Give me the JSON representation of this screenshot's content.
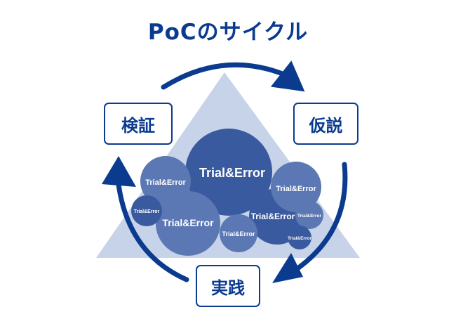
{
  "title": "PoCのサイクル",
  "stages": {
    "hypothesis": "仮説",
    "practice": "実践",
    "verification": "検証"
  },
  "bubble_label": "Trial&Error",
  "colors": {
    "primary": "#0b3b8f",
    "triangle": "#c7d3e8",
    "bubble_light": "#5b78b4",
    "bubble_dark": "#3a5a9f",
    "bubble_text": "#ffffff"
  },
  "cycle_order": [
    "仮説",
    "実践",
    "検証"
  ],
  "icons": {
    "arrows": [
      "curved-arrow-icon",
      "curved-arrow-icon",
      "curved-arrow-icon"
    ],
    "background": "triangle-shape"
  }
}
